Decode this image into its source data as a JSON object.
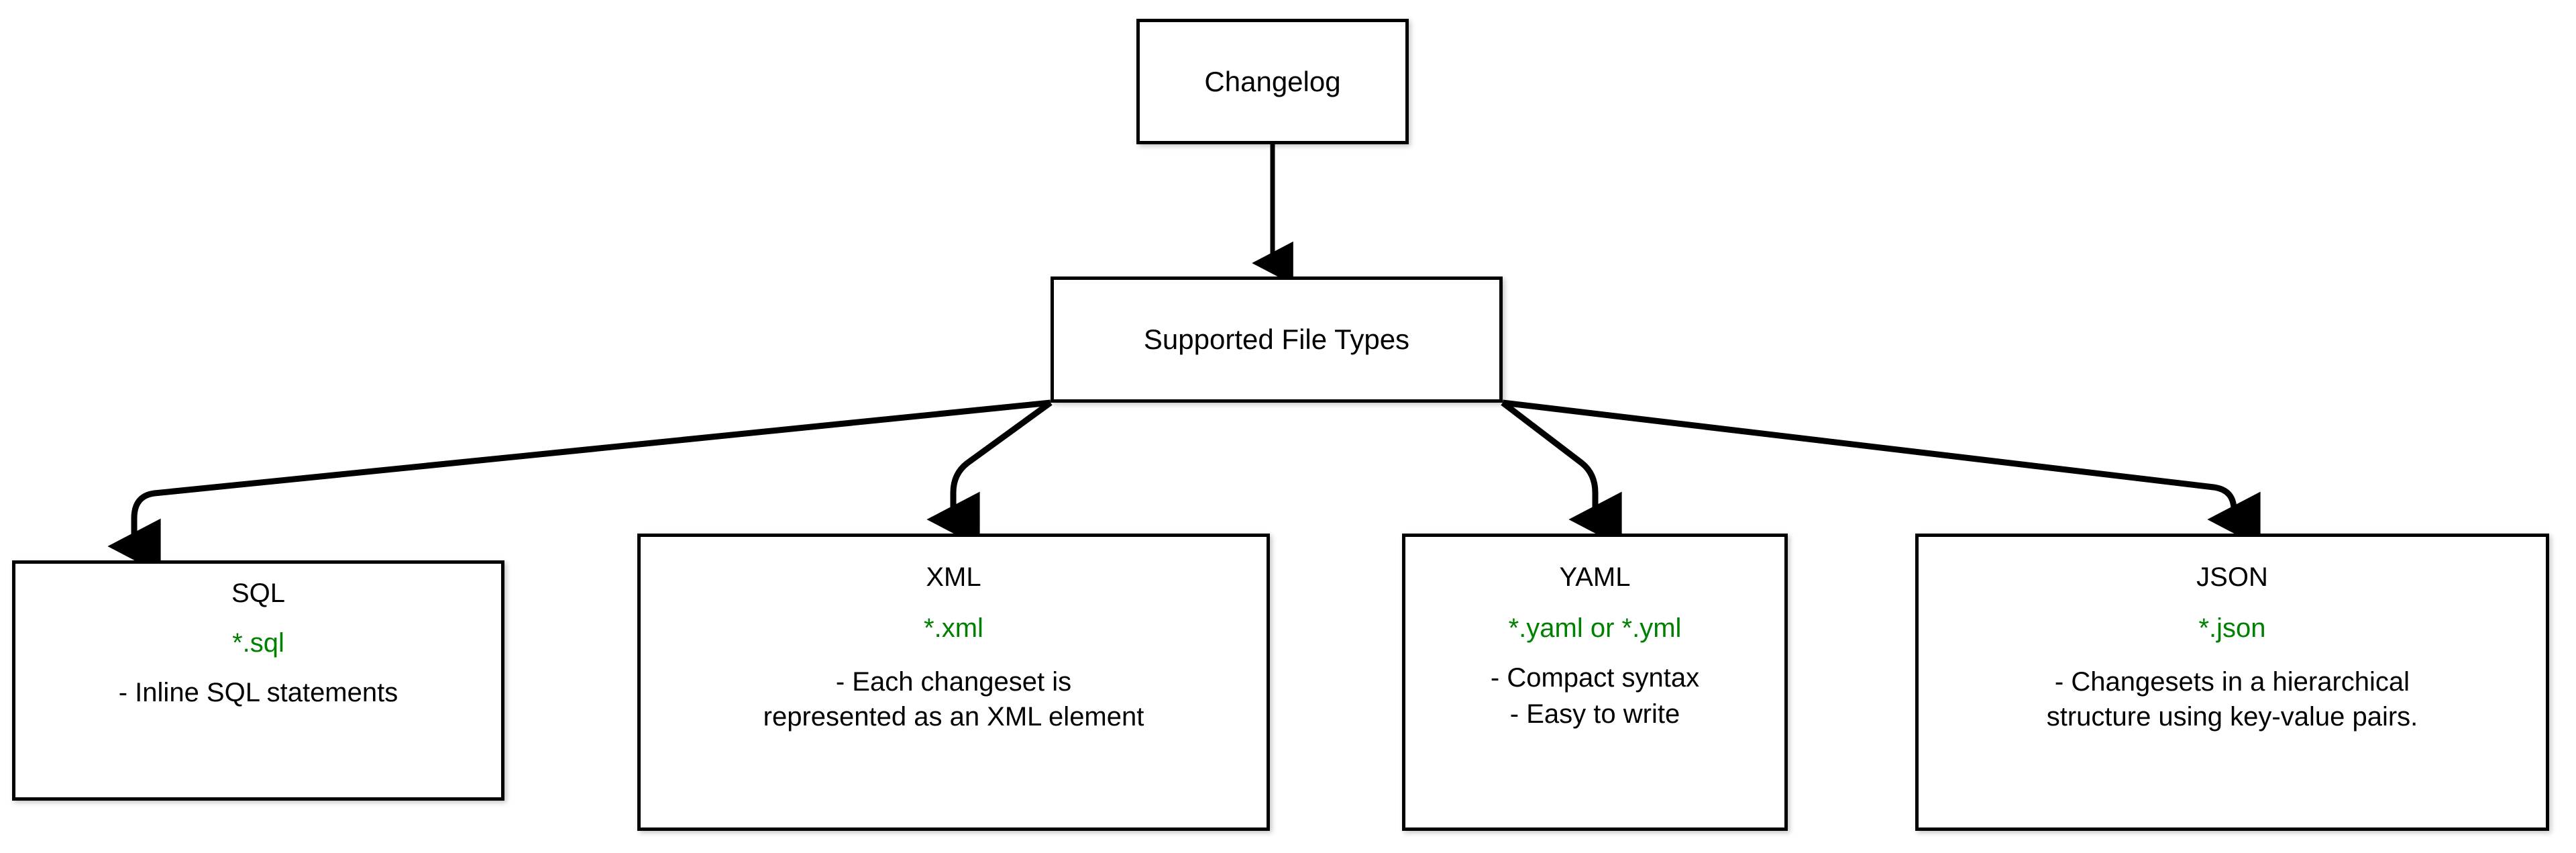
{
  "diagram": {
    "type": "flowchart",
    "direction": "top-down",
    "background_color": "#ffffff",
    "node_border_color": "#000000",
    "node_fill_color": "#ffffff",
    "text_color": "#000000",
    "accent_color": "#008000",
    "edge_color": "#000000"
  },
  "nodes": {
    "changelog": {
      "title": "Changelog"
    },
    "supported_file_types": {
      "title": "Supported File Types"
    },
    "sql": {
      "title": "SQL",
      "extension": "*.sql",
      "description_lines": [
        "- Inline SQL statements"
      ]
    },
    "xml": {
      "title": "XML",
      "extension": "*.xml",
      "description_lines": [
        "- Each changeset is",
        "represented as an XML element"
      ]
    },
    "yaml": {
      "title": "YAML",
      "extension": "*.yaml or *.yml",
      "description_lines": [
        "- Compact syntax",
        "- Easy to write"
      ]
    },
    "json": {
      "title": "JSON",
      "extension": "*.json",
      "description_lines": [
        "- Changesets in a hierarchical",
        "structure using key-value pairs."
      ]
    }
  },
  "edges": [
    {
      "from": "changelog",
      "to": "supported_file_types",
      "arrow": "arrowhead-down-icon"
    },
    {
      "from": "supported_file_types",
      "to": "sql",
      "arrow": "arrowhead-down-icon"
    },
    {
      "from": "supported_file_types",
      "to": "xml",
      "arrow": "arrowhead-down-icon"
    },
    {
      "from": "supported_file_types",
      "to": "yaml",
      "arrow": "arrowhead-down-icon"
    },
    {
      "from": "supported_file_types",
      "to": "json",
      "arrow": "arrowhead-down-icon"
    }
  ]
}
